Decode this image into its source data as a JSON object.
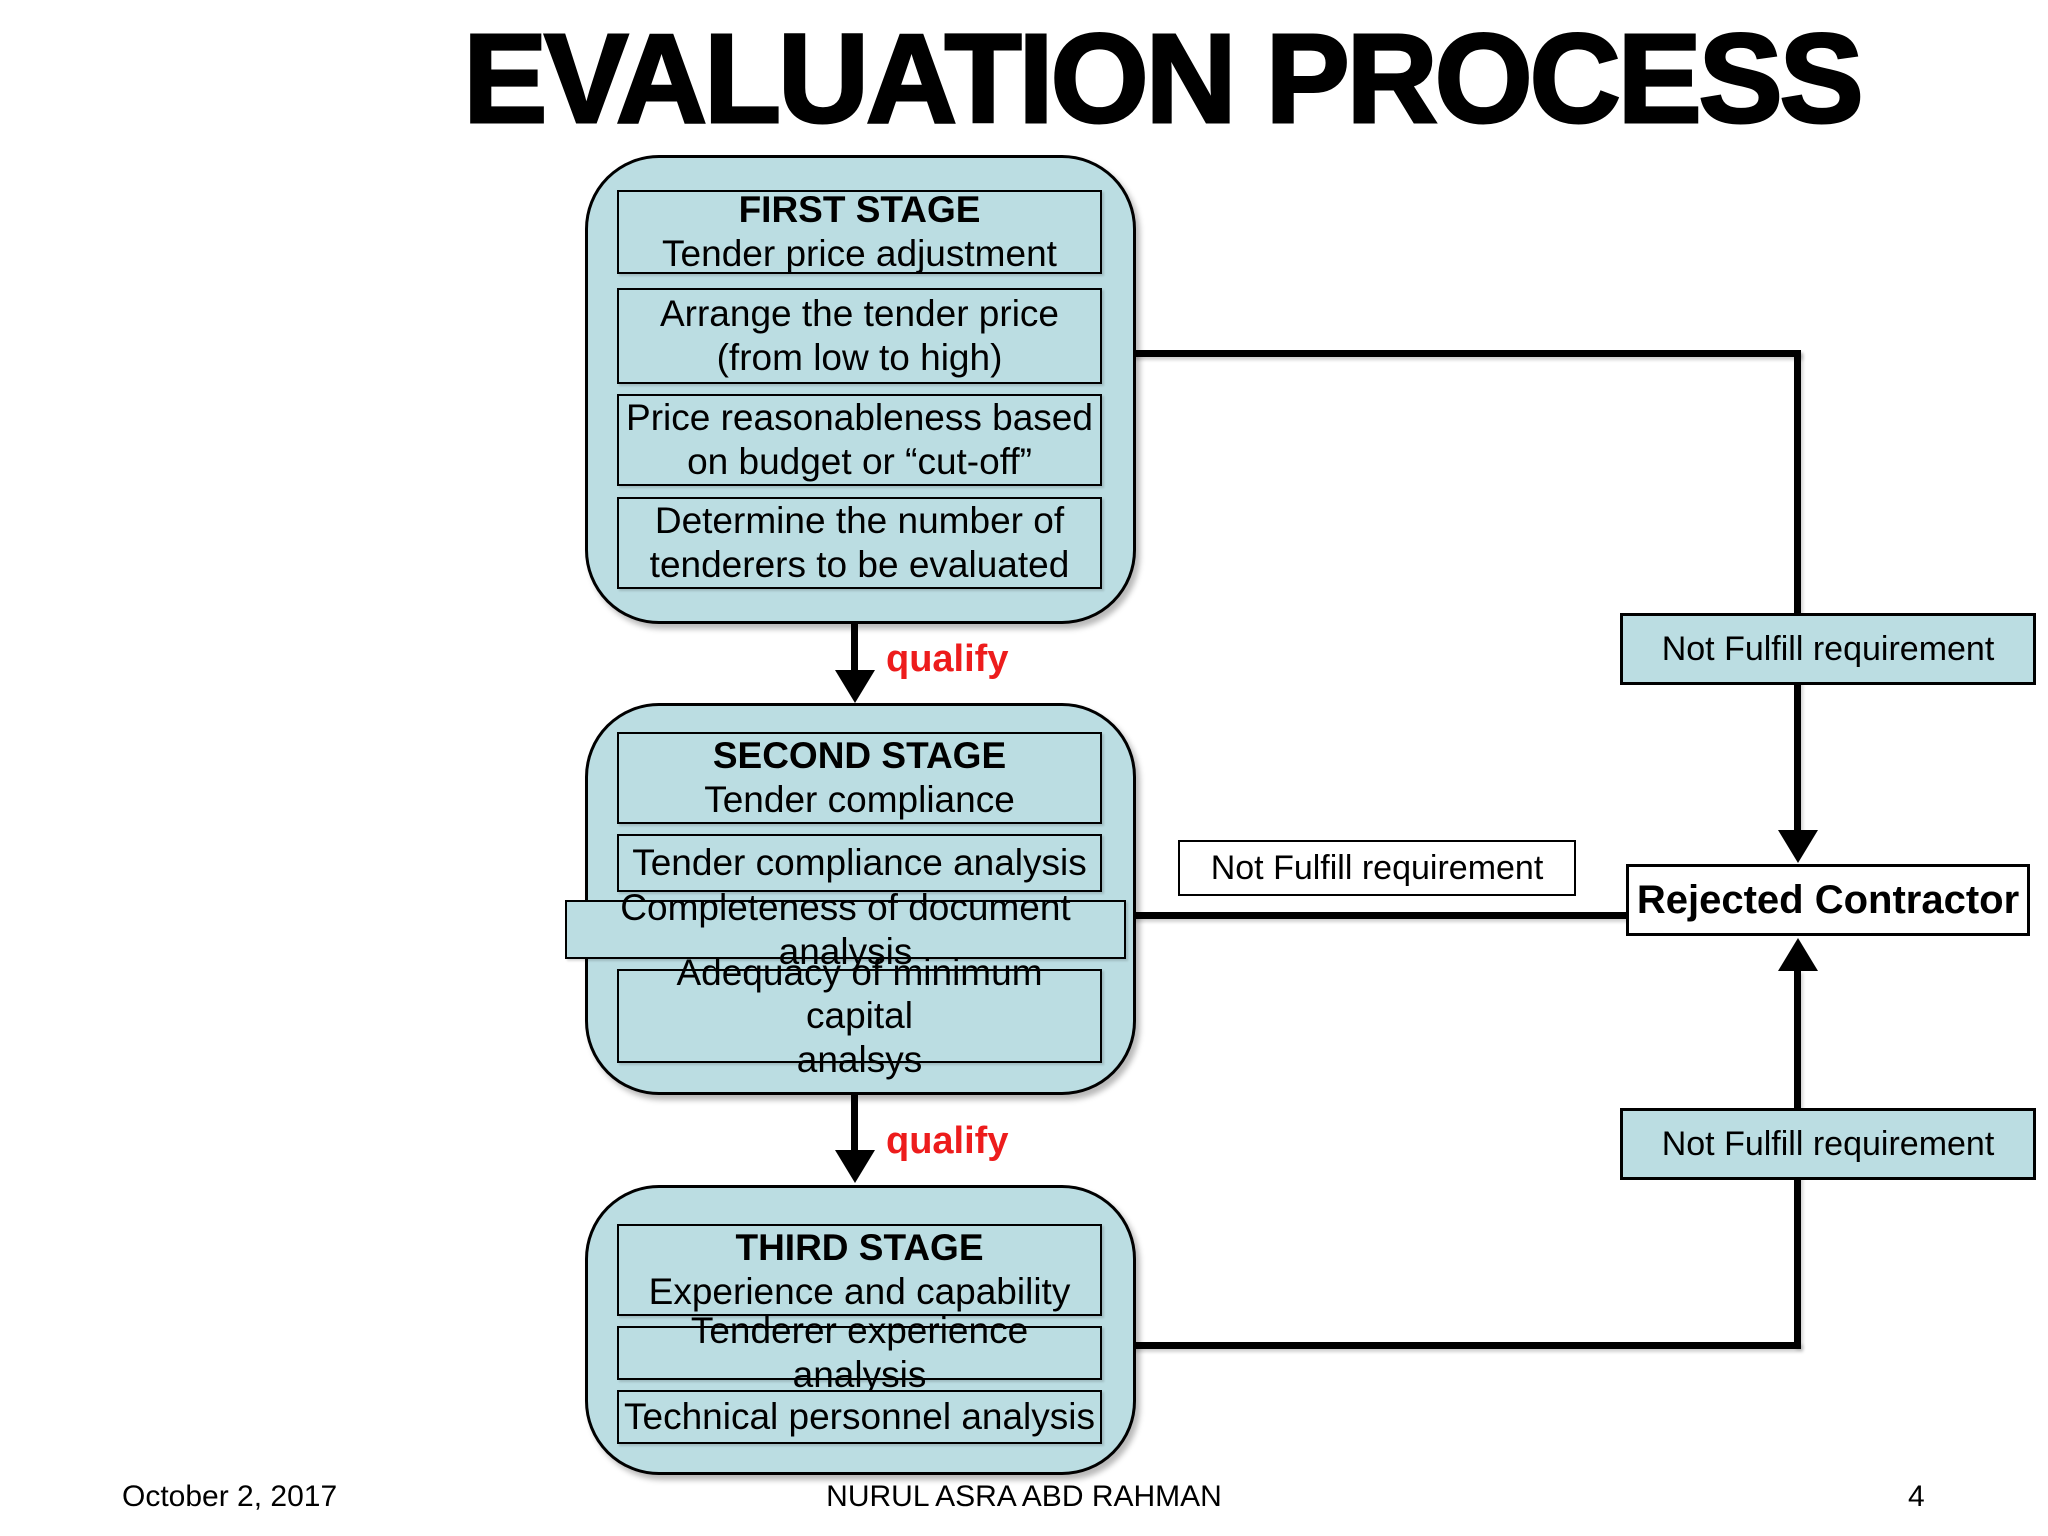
{
  "title": "EVALUATION PROCESS",
  "stages": [
    {
      "header": [
        "FIRST STAGE",
        "Tender price adjustment"
      ],
      "items": [
        [
          "Arrange the tender price",
          "(from low to high)"
        ],
        [
          "Price reasonableness based",
          "on budget or “cut-off”"
        ],
        [
          "Determine the number of",
          "tenderers to be evaluated"
        ]
      ]
    },
    {
      "header": [
        "SECOND STAGE",
        "Tender compliance"
      ],
      "items": [
        [
          "Tender compliance analysis"
        ],
        [
          "Completeness of document analysis"
        ],
        [
          "Adequacy of minimum capital",
          "analsys"
        ]
      ]
    },
    {
      "header": [
        "THIRD STAGE",
        "Experience and capability"
      ],
      "items": [
        [
          "Tenderer experience analysis"
        ],
        [
          "Technical personnel analysis"
        ]
      ]
    }
  ],
  "labels": {
    "qualify_1": "qualify",
    "qualify_2": "qualify",
    "not_fulfill_top": "Not Fulfill requirement",
    "not_fulfill_middle": "Not Fulfill requirement",
    "not_fulfill_bottom": "Not Fulfill requirement",
    "rejected_contractor": "Rejected Contractor"
  },
  "footer": {
    "date": "October 2, 2017",
    "author": "NURUL ASRA ABD RAHMAN",
    "page_number": "4"
  },
  "colors": {
    "stage_fill": "#bbdde2",
    "qualify_red": "#ed1c1c",
    "line_black": "#000000"
  }
}
